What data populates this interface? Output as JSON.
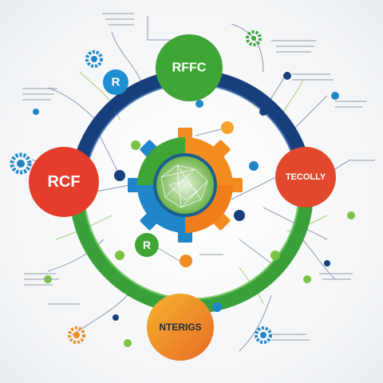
{
  "nodes": {
    "rffc": {
      "label": "RFFC",
      "color": "#3fa535"
    },
    "rcf": {
      "label": "RCF",
      "color": "#e53d2b"
    },
    "tecolly": {
      "label": "TECOLLY",
      "color": "#e2492c"
    },
    "nterigs": {
      "label": "NTERIGS",
      "color": "#f0a22a"
    },
    "r_top": {
      "label": "R",
      "color": "#1e8fd1"
    },
    "r_center": {
      "label": "R",
      "color": "#3fa535"
    }
  },
  "colors": {
    "ring_outer_navy": "#173f7c",
    "ring_outer_green": "#3aa13a",
    "gear_orange": "#f28c1e",
    "gear_blue": "#1f86c9",
    "gear_green": "#3fa535",
    "line_navy": "#2f4f7f",
    "line_green": "#7cc243",
    "text_gray": "#9aa3ad"
  }
}
